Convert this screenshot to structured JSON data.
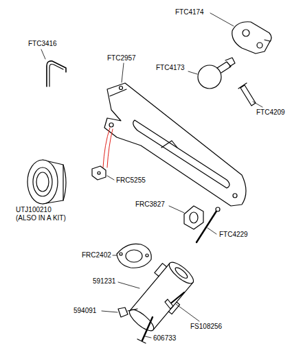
{
  "diagram": {
    "labels": [
      "FTC4174",
      "FTC3416",
      "FTC2957",
      "FTC4173",
      "FTC4209",
      "FRC5255",
      "UTJ100210",
      "(ALSO IN A KIT)",
      "FRC3827",
      "FTC4229",
      "FRC2402",
      "591231",
      "594091",
      "FS108256",
      "606733"
    ]
  }
}
